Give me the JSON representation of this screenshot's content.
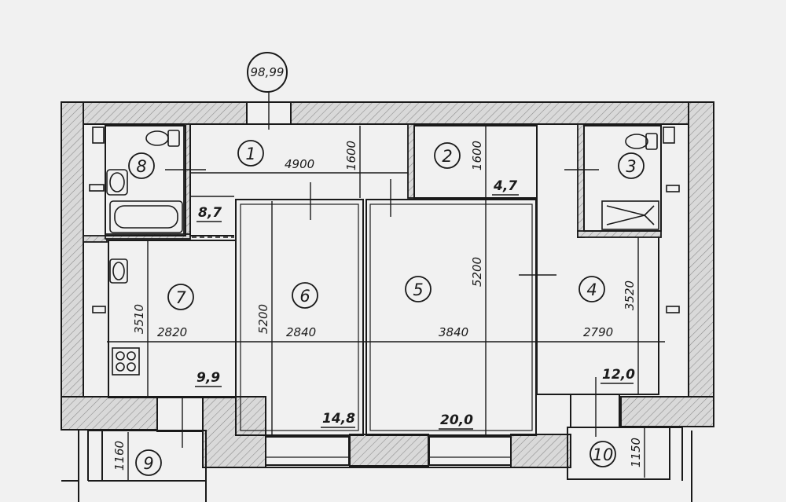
{
  "marker": "98,99",
  "rooms": [
    "1",
    "2",
    "3",
    "4",
    "5",
    "6",
    "7",
    "8",
    "9",
    "10"
  ],
  "areas": {
    "r1": "8,7",
    "r2": "4,7",
    "r4": "12,0",
    "r5": "20,0",
    "r6": "14,8",
    "r7": "9,9"
  },
  "dims": {
    "d4900": "4900",
    "d1600a": "1600",
    "d1600b": "1600",
    "d5200a": "5200",
    "d5200b": "5200",
    "d3510": "3510",
    "d2820": "2820",
    "d2840": "2840",
    "d3840": "3840",
    "d2790": "2790",
    "d3520": "3520",
    "d1160": "1160",
    "d1150": "1150"
  },
  "colors": {
    "wall_fill": "#d6d6d6",
    "line": "#1a1a1a",
    "background": "#f1f1f1"
  }
}
